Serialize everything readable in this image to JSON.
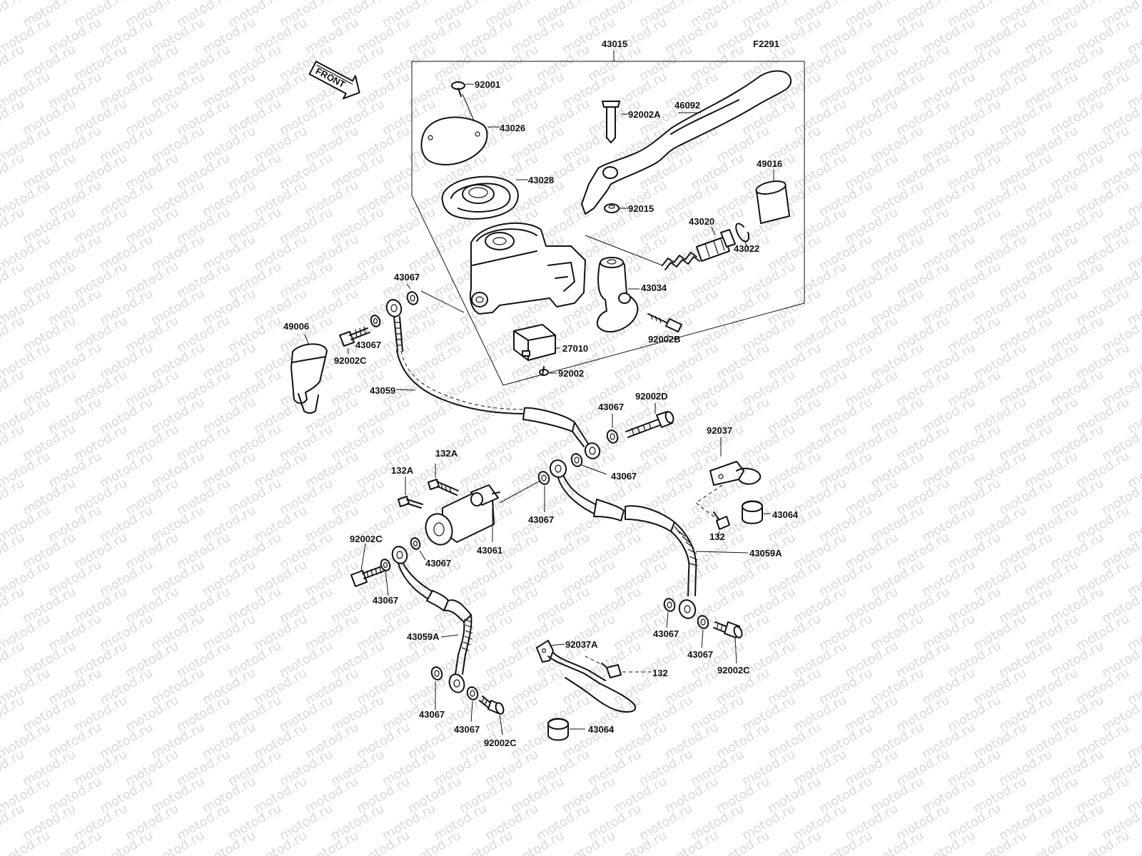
{
  "figure_code": "F2291",
  "front_label": "FRONT",
  "watermark": "motod.ru",
  "parts": [
    {
      "id": "p43015",
      "number": "43015"
    },
    {
      "id": "p92001",
      "number": "92001"
    },
    {
      "id": "p43026",
      "number": "43026"
    },
    {
      "id": "p92002A",
      "number": "92002A"
    },
    {
      "id": "p46092",
      "number": "46092"
    },
    {
      "id": "p43028",
      "number": "43028"
    },
    {
      "id": "p49016",
      "number": "49016"
    },
    {
      "id": "p92015",
      "number": "92015"
    },
    {
      "id": "p43020",
      "number": "43020"
    },
    {
      "id": "p43022",
      "number": "43022"
    },
    {
      "id": "p43067_a",
      "number": "43067"
    },
    {
      "id": "p43034",
      "number": "43034"
    },
    {
      "id": "p49006",
      "number": "49006"
    },
    {
      "id": "p43067_b",
      "number": "43067"
    },
    {
      "id": "p92002C_a",
      "number": "92002C"
    },
    {
      "id": "p92002B",
      "number": "92002B"
    },
    {
      "id": "p27010",
      "number": "27010"
    },
    {
      "id": "p92002",
      "number": "92002"
    },
    {
      "id": "p43059",
      "number": "43059"
    },
    {
      "id": "p43067_c",
      "number": "43067"
    },
    {
      "id": "p92002D",
      "number": "92002D"
    },
    {
      "id": "p92037",
      "number": "92037"
    },
    {
      "id": "p132A_a",
      "number": "132A"
    },
    {
      "id": "p132A_b",
      "number": "132A"
    },
    {
      "id": "p43067_d",
      "number": "43067"
    },
    {
      "id": "p43067_e",
      "number": "43067"
    },
    {
      "id": "p43064_a",
      "number": "43064"
    },
    {
      "id": "p132_a",
      "number": "132"
    },
    {
      "id": "p92002C_b",
      "number": "92002C"
    },
    {
      "id": "p43061",
      "number": "43061"
    },
    {
      "id": "p43067_f",
      "number": "43067"
    },
    {
      "id": "p43059A_a",
      "number": "43059A"
    },
    {
      "id": "p43067_g",
      "number": "43067"
    },
    {
      "id": "p43067_h",
      "number": "43067"
    },
    {
      "id": "p43067_i",
      "number": "43067"
    },
    {
      "id": "p92002C_c",
      "number": "92002C"
    },
    {
      "id": "p43059A_b",
      "number": "43059A"
    },
    {
      "id": "p92037A",
      "number": "92037A"
    },
    {
      "id": "p132_b",
      "number": "132"
    },
    {
      "id": "p43067_j",
      "number": "43067"
    },
    {
      "id": "p43067_k",
      "number": "43067"
    },
    {
      "id": "p92002C_d",
      "number": "92002C"
    },
    {
      "id": "p43064_b",
      "number": "43064"
    }
  ]
}
